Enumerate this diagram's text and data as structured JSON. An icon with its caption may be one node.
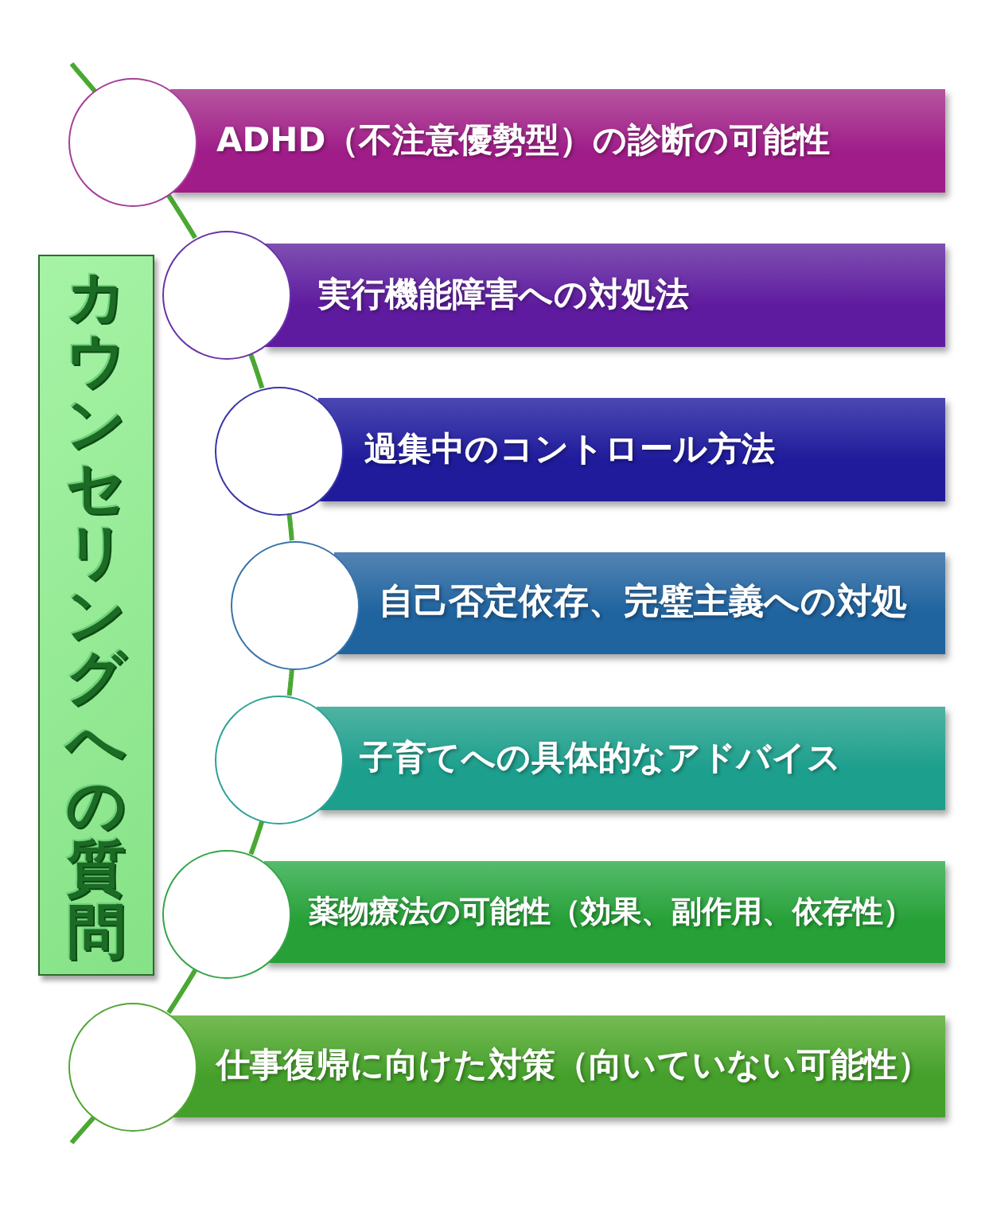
{
  "diagram": {
    "nodes": [
      {
        "text": [
          "カウンセリングへの質問"
        ]
      },
      {
        "text": [
          "ADHD（不注意優勢型）の診断の可能性"
        ]
      },
      {
        "text": [
          "実行機能障害への対処法"
        ]
      },
      {
        "text": [
          "過集中のコントロール方法"
        ]
      },
      {
        "text": [
          "自己否定依存、完璧主義への対処"
        ]
      },
      {
        "text": [
          "子育てへの具体的なアドバイス"
        ]
      },
      {
        "text": [
          "薬物療法の可能性（効果、副作用、依存性）"
        ]
      },
      {
        "text": [
          "仕事復帰に向けた対策（向いていない可能性）"
        ]
      },
      {
        "text": [],
        "shape": "circle"
      },
      {
        "text": [],
        "shape": "circle"
      },
      {
        "text": [],
        "shape": "circle"
      },
      {
        "text": [],
        "shape": "circle"
      },
      {
        "text": [],
        "shape": "circle"
      },
      {
        "text": [],
        "shape": "circle"
      },
      {
        "text": [],
        "shape": "circle"
      }
    ],
    "edges": [
      {
        "from": null,
        "to": 8,
        "arrow": "none"
      },
      {
        "from": 8,
        "to": 9,
        "arrow": "none"
      },
      {
        "from": 9,
        "to": 10,
        "arrow": "none"
      },
      {
        "from": 10,
        "to": 11,
        "arrow": "none"
      },
      {
        "from": 11,
        "to": 12,
        "arrow": "none"
      },
      {
        "from": 12,
        "to": 13,
        "arrow": "none"
      },
      {
        "from": 13,
        "to": 14,
        "arrow": "none"
      },
      {
        "from": 14,
        "to": null,
        "arrow": "none"
      }
    ]
  }
}
